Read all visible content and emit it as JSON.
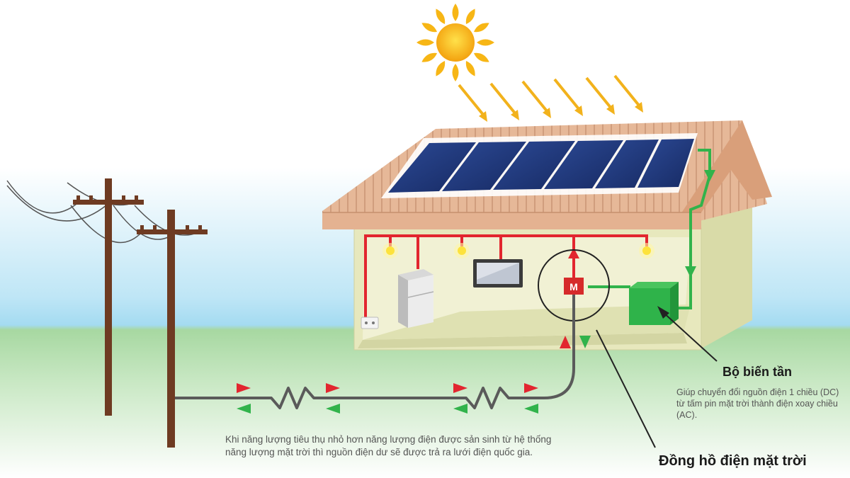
{
  "labels": {
    "meter_letter": "M",
    "inverter_title": "Bộ biến tần",
    "inverter_desc": "Giúp chuyển đổi nguồn điện 1 chiều (DC) từ tấm pin mặt trời thành điện xoay chiều (AC).",
    "meter_title": "Đồng hồ điện mặt trời",
    "grid_note": "Khi năng lượng tiêu thụ nhỏ hơn năng lượng điện được sản sinh từ hệ thống năng lượng mặt trời thì nguồn điện dư sẽ được trả ra lưới điện quốc gia."
  },
  "colors": {
    "sky": "#a9dcf2",
    "ground": "#9fd09a",
    "roof": "#e2b493",
    "wall": "#e3e5b6",
    "panel": "#203a7c",
    "ac_wire": "#e0272f",
    "dc_wire": "#2fb34a",
    "inverter": "#2fb34a",
    "meter": "#d62a2a",
    "sun": "#f7b615",
    "pole": "#6b3a20",
    "grid_cable": "#5a5a5a"
  },
  "icons": [
    "sun-icon",
    "solar-panel-icon",
    "light-bulb-icon",
    "refrigerator-icon",
    "television-icon",
    "power-outlet-icon",
    "meter-icon",
    "inverter-icon",
    "utility-pole-icon",
    "resistor-icon",
    "arrow-right-icon",
    "arrow-left-icon"
  ]
}
